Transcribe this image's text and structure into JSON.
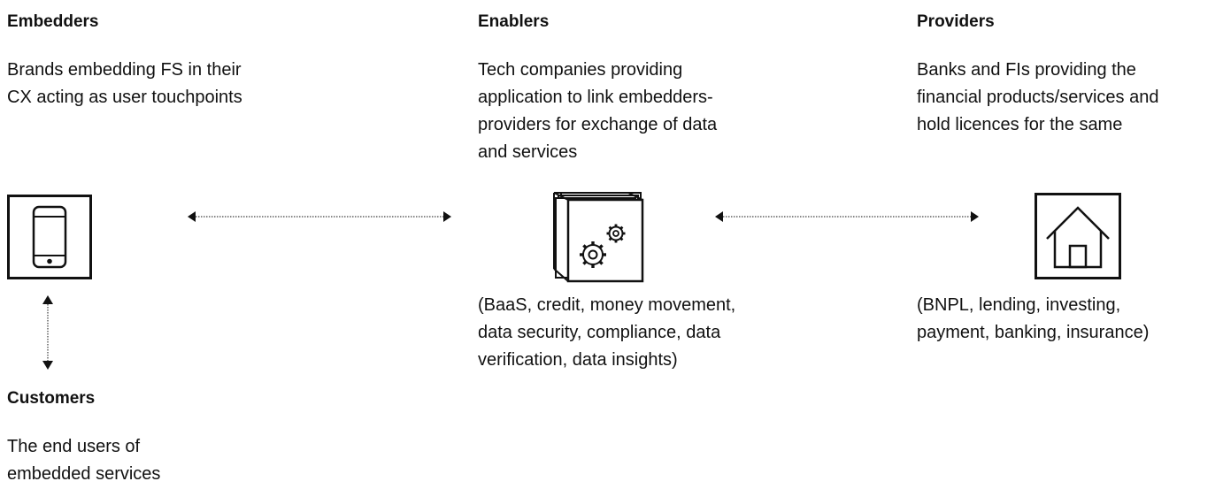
{
  "columns": {
    "embedders": {
      "heading": "Embedders",
      "description_lines": [
        "Brands embedding FS in their",
        "CX acting as user touchpoints"
      ],
      "icon": "smartphone-icon"
    },
    "enablers": {
      "heading": "Enablers",
      "description_lines": [
        "Tech companies providing",
        "application to link embedders-",
        "providers for exchange of data",
        "and services"
      ],
      "examples_lines": [
        "(BaaS, credit, money movement,",
        "data security, compliance, data",
        "verification, data insights)"
      ],
      "icon": "gears-stack-icon"
    },
    "providers": {
      "heading": "Providers",
      "description_lines": [
        "Banks and FIs providing the",
        "financial products/services and",
        "hold licences for the same"
      ],
      "examples_lines": [
        "(BNPL, lending, investing,",
        "payment, banking, insurance)"
      ],
      "icon": "house-icon"
    },
    "customers": {
      "heading": "Customers",
      "description_lines": [
        "The end users of",
        "embedded services"
      ]
    }
  },
  "connectors": [
    {
      "name": "embedders-enablers-arrow",
      "direction": "bidirectional-horizontal"
    },
    {
      "name": "enablers-providers-arrow",
      "direction": "bidirectional-horizontal"
    },
    {
      "name": "embedders-customers-arrow",
      "direction": "bidirectional-vertical"
    }
  ],
  "colors": {
    "text": "#111111",
    "line": "#111111",
    "background": "#ffffff"
  }
}
